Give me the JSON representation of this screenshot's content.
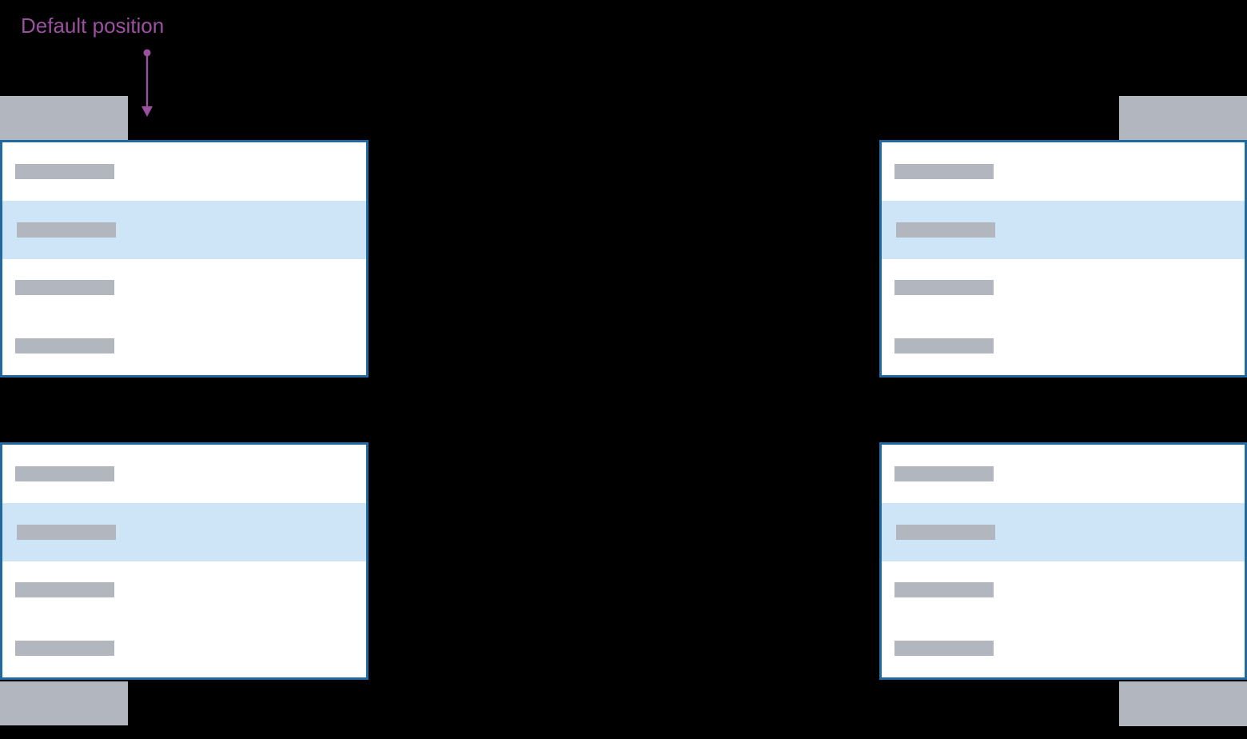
{
  "annotation": {
    "label": "Default position",
    "arrow_icon": "arrow-down"
  },
  "colors": {
    "background": "#000000",
    "placeholder_gray": "#b1b6bf",
    "panel_border_blue": "#2069a3",
    "selected_row_blue": "#cde5f7",
    "annotation_purple": "#9b50a0",
    "panel_background": "#ffffff"
  },
  "dropdowns": [
    {
      "position": "top-left",
      "menu_items": [
        {
          "selected": false
        },
        {
          "selected": true
        },
        {
          "selected": false
        },
        {
          "selected": false
        }
      ]
    },
    {
      "position": "top-right",
      "menu_items": [
        {
          "selected": false
        },
        {
          "selected": true
        },
        {
          "selected": false
        },
        {
          "selected": false
        }
      ]
    },
    {
      "position": "bottom-left",
      "menu_items": [
        {
          "selected": false
        },
        {
          "selected": true
        },
        {
          "selected": false
        },
        {
          "selected": false
        }
      ]
    },
    {
      "position": "bottom-right",
      "menu_items": [
        {
          "selected": false
        },
        {
          "selected": true
        },
        {
          "selected": false
        },
        {
          "selected": false
        }
      ]
    }
  ]
}
